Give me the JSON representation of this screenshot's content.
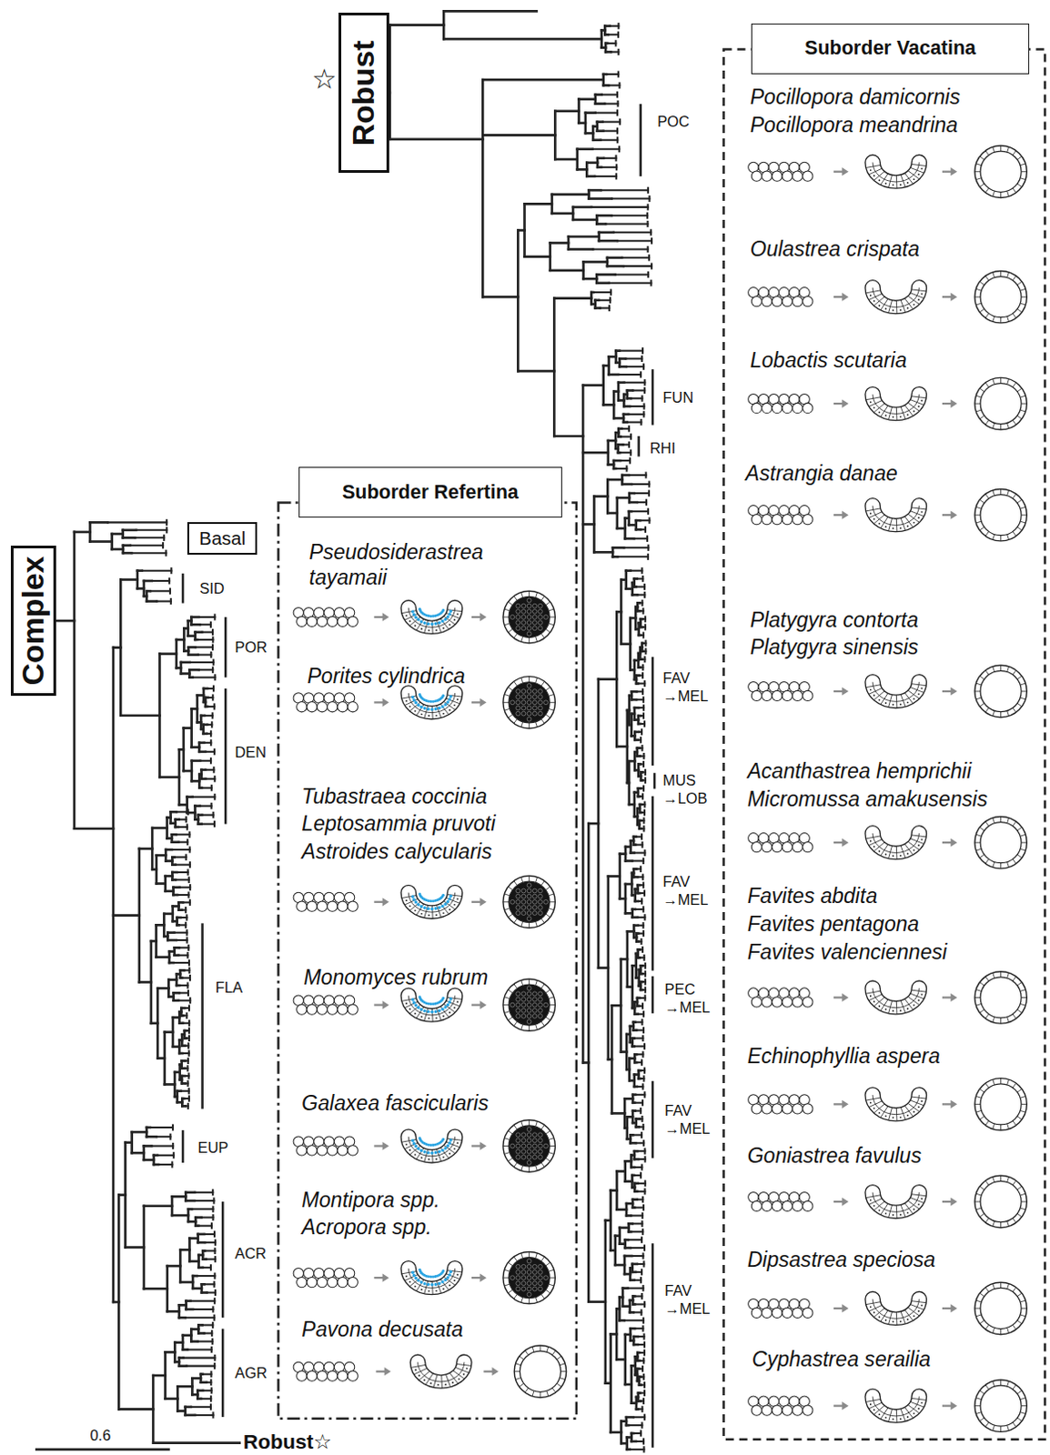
{
  "diagram": {
    "nodes": [
      {
        "text": [
          "Robust"
        ]
      },
      {
        "text": [
          "Complex"
        ]
      },
      {
        "text": [
          "Basal"
        ]
      },
      {
        "text": [
          "Suborder Refertina"
        ]
      },
      {
        "text": [
          "Suborder Vacatina"
        ]
      }
    ],
    "labels": [
      "☆",
      "POC",
      "FUN",
      "RHI",
      "SID",
      "POR",
      "DEN",
      "FLA",
      "EUP",
      "ACR",
      "AGR",
      "FAV →MEL",
      "MUS →LOB",
      "FAV →MEL",
      "PEC →MEL",
      "FAV →MEL",
      "FAV →MEL",
      "0.6",
      "Robust☆",
      "Pseudosiderastrea tayamaii",
      "Porites cylindrica",
      "Tubastraea coccinia",
      "Leptosammia pruvoti",
      "Astroides calycularis",
      "Monomyces rubrum",
      "Galaxea fascicularis",
      "Montipora spp.",
      "Acropora spp.",
      "Pavona decusata",
      "Pocillopora damicornis",
      "Pocillopora meandrina",
      "Oulastrea crispata",
      "Lobactis scutaria",
      "Astrangia danae",
      "Platygyra contorta",
      "Platygyra sinensis",
      "Acanthastrea hemprichii",
      "Micromussa amakusensis",
      "Favites abdita",
      "Favites pentagona",
      "Favites valenciennesi",
      "Echinophyllia aspera",
      "Goniastrea favulus",
      "Dipsastrea speciosa",
      "Cyphastrea serailia"
    ]
  }
}
